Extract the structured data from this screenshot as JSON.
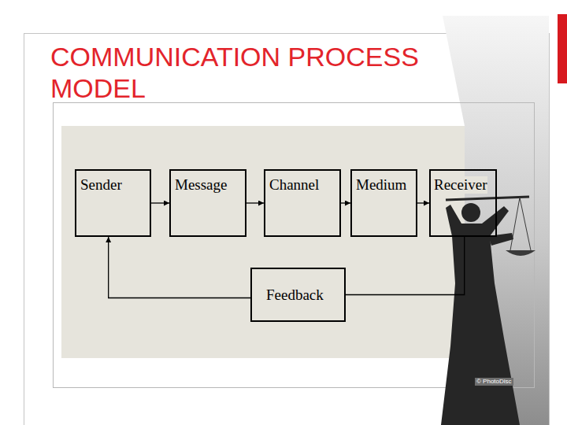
{
  "diagram": {
    "title": "COMMUNICATION PROCESS MODEL",
    "nodes": [
      {
        "text": [
          "Sender"
        ]
      },
      {
        "text": [
          "Message"
        ]
      },
      {
        "text": [
          "Channel"
        ]
      },
      {
        "text": [
          "Medium"
        ]
      },
      {
        "text": [
          "Receiver"
        ]
      },
      {
        "text": [
          "Feedback"
        ]
      }
    ],
    "edges": [
      {
        "from": 0,
        "to": 1,
        "arrow": "to"
      },
      {
        "from": 1,
        "to": 2,
        "arrow": "to"
      },
      {
        "from": 2,
        "to": 3,
        "arrow": "to"
      },
      {
        "from": 3,
        "to": 4,
        "arrow": "to"
      },
      {
        "from": 4,
        "to": 5,
        "arrow": "none"
      },
      {
        "from": 5,
        "to": 0,
        "arrow": "to"
      }
    ],
    "labels": [
      "© PhotoDisc"
    ]
  }
}
